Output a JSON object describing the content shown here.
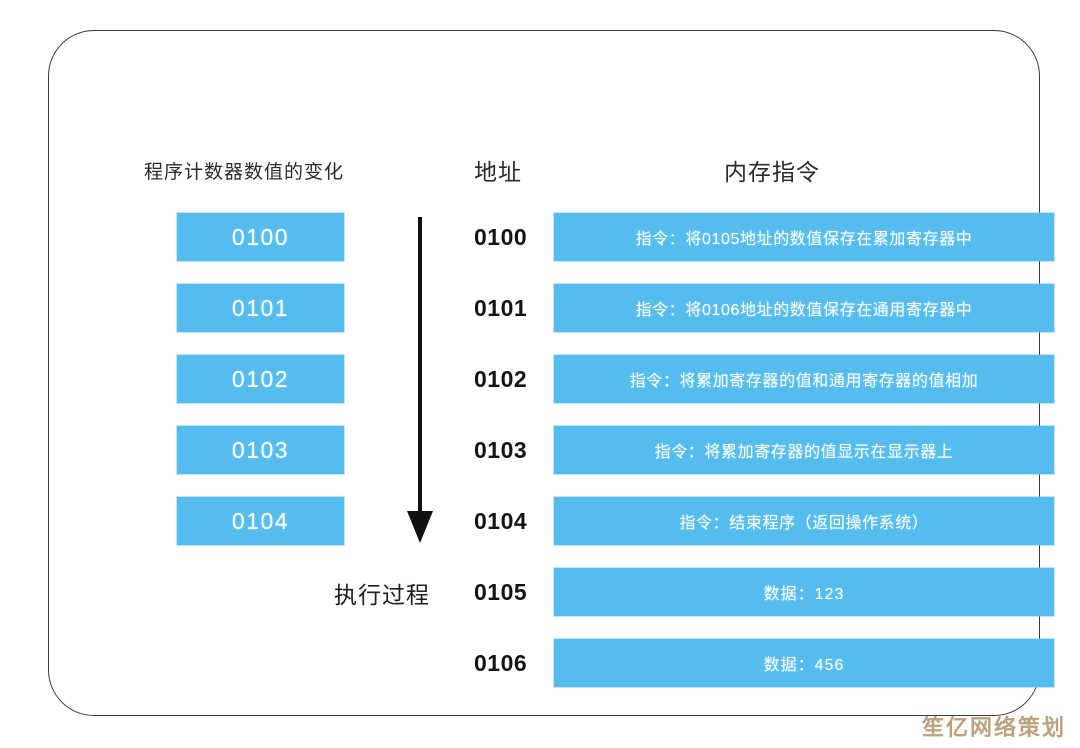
{
  "headers": {
    "program_counter": "程序计数器数值的变化",
    "address": "地址",
    "memory_instruction": "内存指令"
  },
  "execution": {
    "label": "执行过程",
    "arrow_icon": "down-arrow-icon"
  },
  "program_counter_values": [
    "0100",
    "0101",
    "0102",
    "0103",
    "0104"
  ],
  "memory_rows": [
    {
      "address": "0100",
      "content": "指令：将0105地址的数值保存在累加寄存器中",
      "kind": "instruction"
    },
    {
      "address": "0101",
      "content": "指令：将0106地址的数值保存在通用寄存器中",
      "kind": "instruction"
    },
    {
      "address": "0102",
      "content": "指令：将累加寄存器的值和通用寄存器的值相加",
      "kind": "instruction"
    },
    {
      "address": "0103",
      "content": "指令：将累加寄存器的值显示在显示器上",
      "kind": "instruction"
    },
    {
      "address": "0104",
      "content": "指令：结束程序（返回操作系统）",
      "kind": "instruction"
    },
    {
      "address": "0105",
      "content": "数据：123",
      "kind": "data"
    },
    {
      "address": "0106",
      "content": "数据：456",
      "kind": "data"
    }
  ],
  "watermark": "笙亿网络策划",
  "colors": {
    "accent_blue": "#54bdee",
    "frame_border": "#3a3a3a",
    "text_dark": "#141414",
    "watermark": "#b99f78",
    "background": "#ffffff"
  }
}
